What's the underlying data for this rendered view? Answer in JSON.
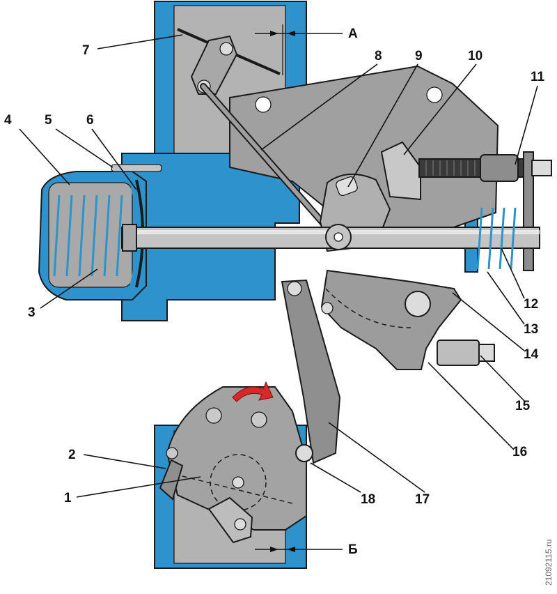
{
  "callouts": {
    "c1": "1",
    "c2": "2",
    "c3": "3",
    "c4": "4",
    "c5": "5",
    "c6": "6",
    "c7": "7",
    "c8": "8",
    "c9": "9",
    "c10": "10",
    "c11": "11",
    "c12": "12",
    "c13": "13",
    "c14": "14",
    "c15": "15",
    "c16": "16",
    "c17": "17",
    "c18": "18"
  },
  "section_markers": {
    "top": "А",
    "bottom": "Б"
  },
  "watermark": "21092115.ru",
  "colors": {
    "body_blue": "#2e93cc",
    "metal_grey": "#9a9a9a",
    "metal_light": "#c4c4c4",
    "cavity_light": "#b8b8b8",
    "accent_arrow": "#d8282a"
  }
}
